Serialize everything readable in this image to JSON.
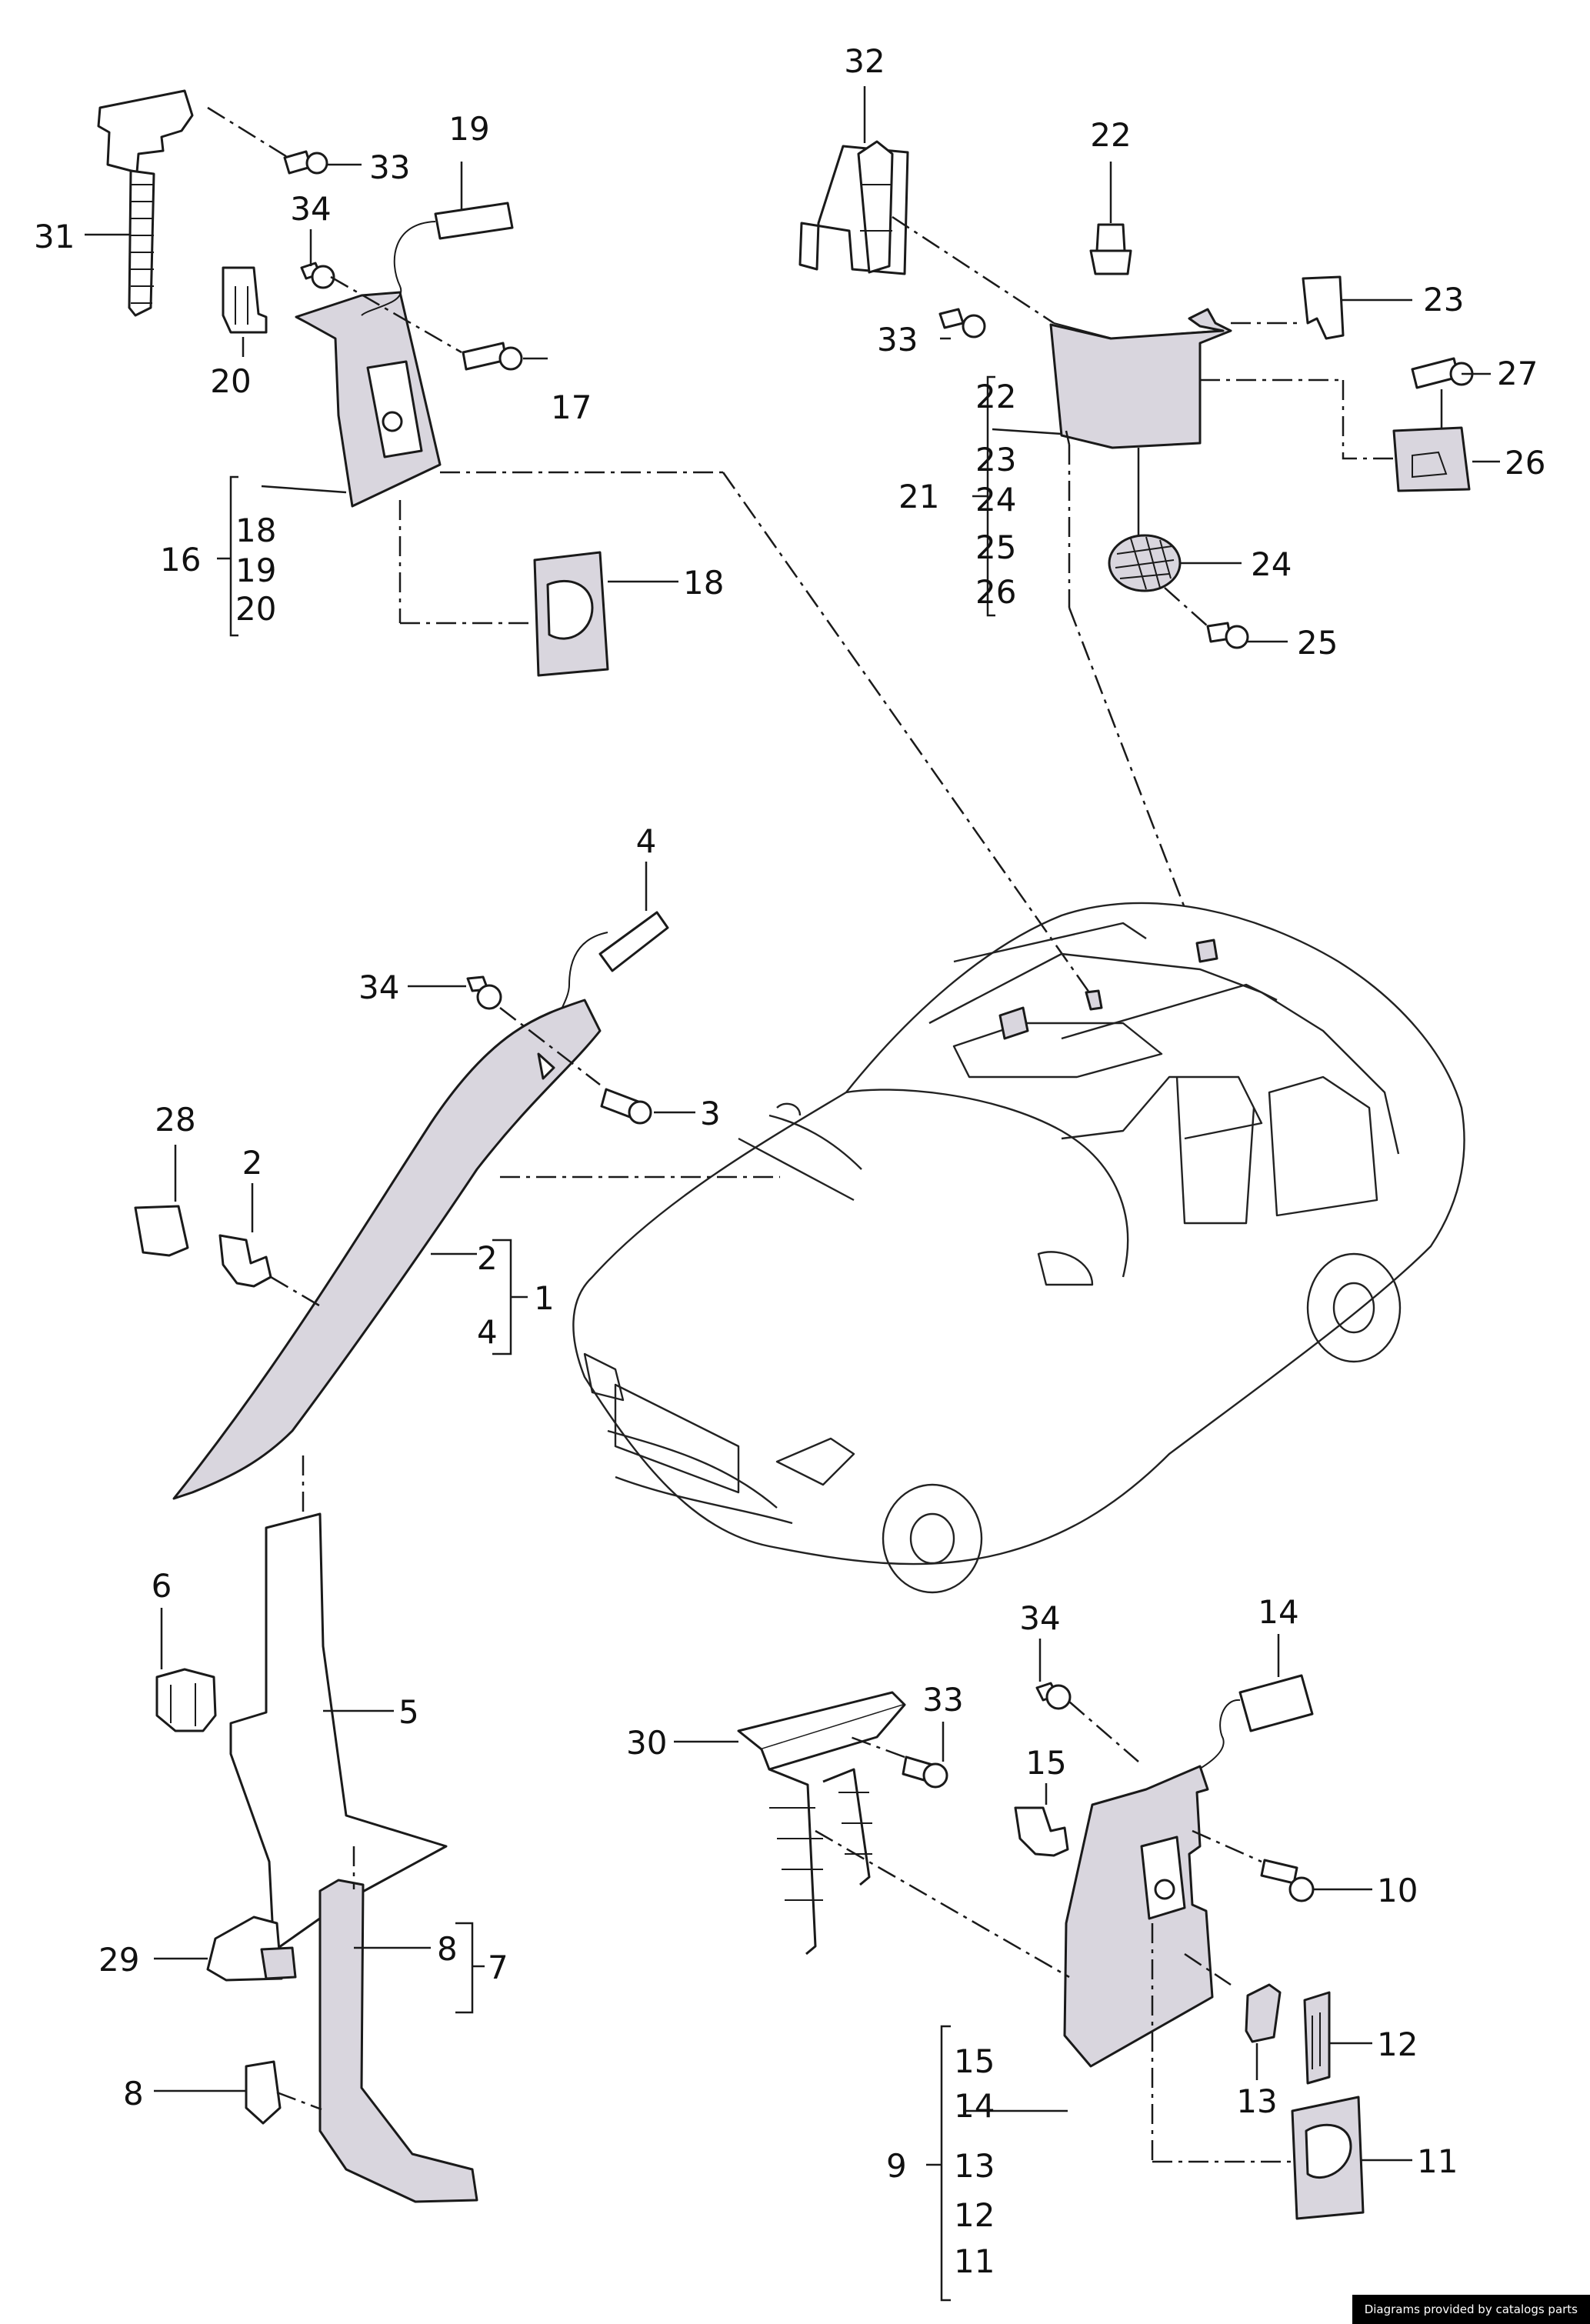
{
  "labels": {
    "l32": "32",
    "l22": "22",
    "l23": "23",
    "l33b": "33",
    "l27": "27",
    "l26": "26",
    "l21": "21",
    "l21a": "22",
    "l21b": "23",
    "l21c": "24",
    "l21d": "25",
    "l21e": "26",
    "l24": "24",
    "l25": "25",
    "l31": "31",
    "l33a": "33",
    "l19": "19",
    "l34a": "34",
    "l17": "17",
    "l20": "20",
    "l16": "16",
    "l16a": "18",
    "l16b": "19",
    "l16c": "20",
    "l18": "18",
    "l4": "4",
    "l34b": "34",
    "l3": "3",
    "l28": "28",
    "l2": "2",
    "l1": "1",
    "l1a": "2",
    "l1b": "4",
    "l6": "6",
    "l5": "5",
    "l29": "29",
    "l8a": "8",
    "l7": "7",
    "l8b": "8",
    "l30": "30",
    "l33c": "33",
    "l34c": "34",
    "l14": "14",
    "l15": "15",
    "l10": "10",
    "l12": "12",
    "l13": "13",
    "l11": "11",
    "l9": "9",
    "l9a": "15",
    "l9b": "14",
    "l9c": "13",
    "l9d": "12",
    "l9e": "11"
  },
  "footer": {
    "credit": "Diagrams provided by catalogs parts"
  }
}
